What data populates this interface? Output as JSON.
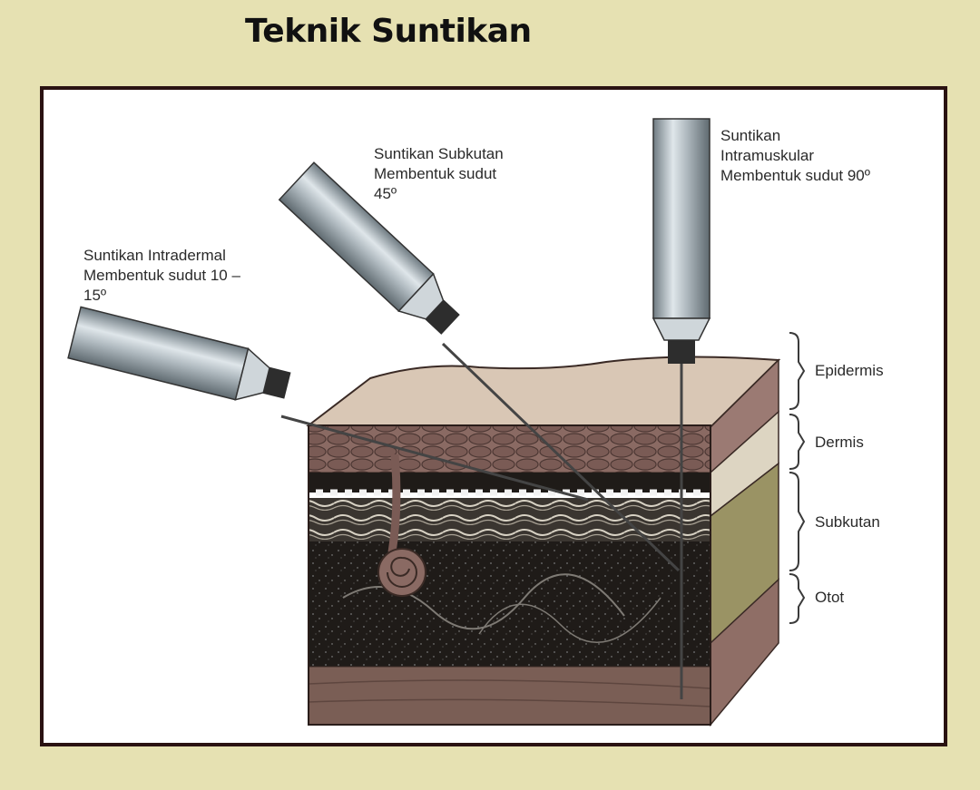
{
  "title": "Teknik Suntikan",
  "labels": {
    "intradermal": {
      "line1": "Suntikan Intradermal",
      "line2": "Membentuk sudut 10 –",
      "line3": "15º"
    },
    "subkutan": {
      "line1": "Suntikan Subkutan",
      "line2": "Membentuk sudut",
      "line3": "45º"
    },
    "intramuskular": {
      "line1": "Suntikan",
      "line2": "Intramuskular",
      "line3": "Membentuk sudut 90º"
    }
  },
  "layers": {
    "epidermis": "Epidermis",
    "dermis": "Dermis",
    "subkutan": "Subkutan",
    "otot": "Otot"
  },
  "colors": {
    "background": "#e6e1b2",
    "frame_border": "#2a1212",
    "epidermis": "#d9c7b5",
    "dermis": "#8a6a63",
    "subkutan": "#2a2622",
    "otot": "#7a5e55"
  }
}
